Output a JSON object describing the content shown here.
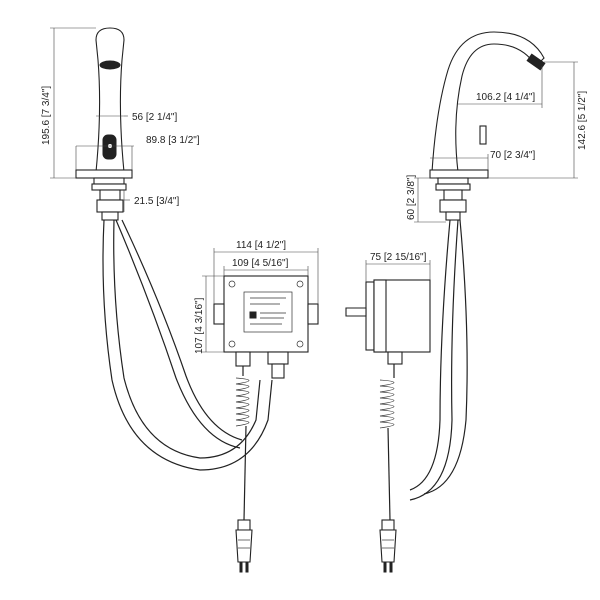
{
  "dimensions": {
    "front_total_height": "195.6 [7 3/4\"]",
    "spout_outlet": "56 [2 1/4\"]",
    "base_width": "89.8 [3 1/2\"]",
    "shank_height": "21.5 [3/4\"]",
    "box_outer_width": "114 [4 1/2\"]",
    "box_inner_width": "109 [4 5/16\"]",
    "box_height": "107 [4 3/16\"]",
    "box_depth": "75 [2 15/16\"]",
    "side_reach": "106.2 [4 1/4\"]",
    "side_height": "142.6 [5 1/2\"]",
    "side_base": "70 [2 3/4\"]",
    "side_shank": "60 [2 3/8\"]"
  }
}
